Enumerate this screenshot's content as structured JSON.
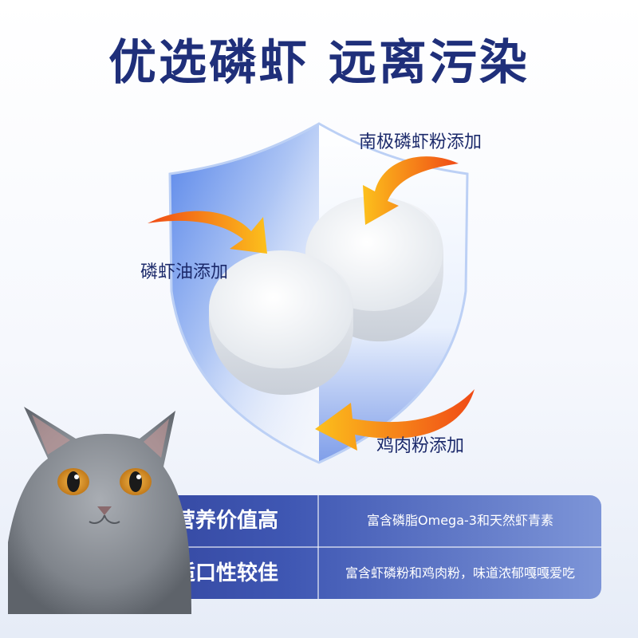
{
  "headline": "优选磷虾 远离污染",
  "callouts": {
    "antarctic_krill_powder": "南极磷虾粉添加",
    "krill_oil": "磷虾油添加",
    "chicken_powder": "鸡肉粉添加"
  },
  "benefits": [
    {
      "label": "营养价值高",
      "description": "富含磷脂Omega-3和天然虾青素"
    },
    {
      "label": "适口性较佳",
      "description": "富含虾磷粉和鸡肉粉，味道浓郁嘎嘎爱吃"
    }
  ],
  "colors": {
    "headline": "#1f2f7a",
    "arrow_start": "#f04a16",
    "arrow_end": "#fcc01c",
    "shield_blue": "#4f7fe8",
    "table_dark": "#2d3c93",
    "table_light": "#7d95d8"
  }
}
